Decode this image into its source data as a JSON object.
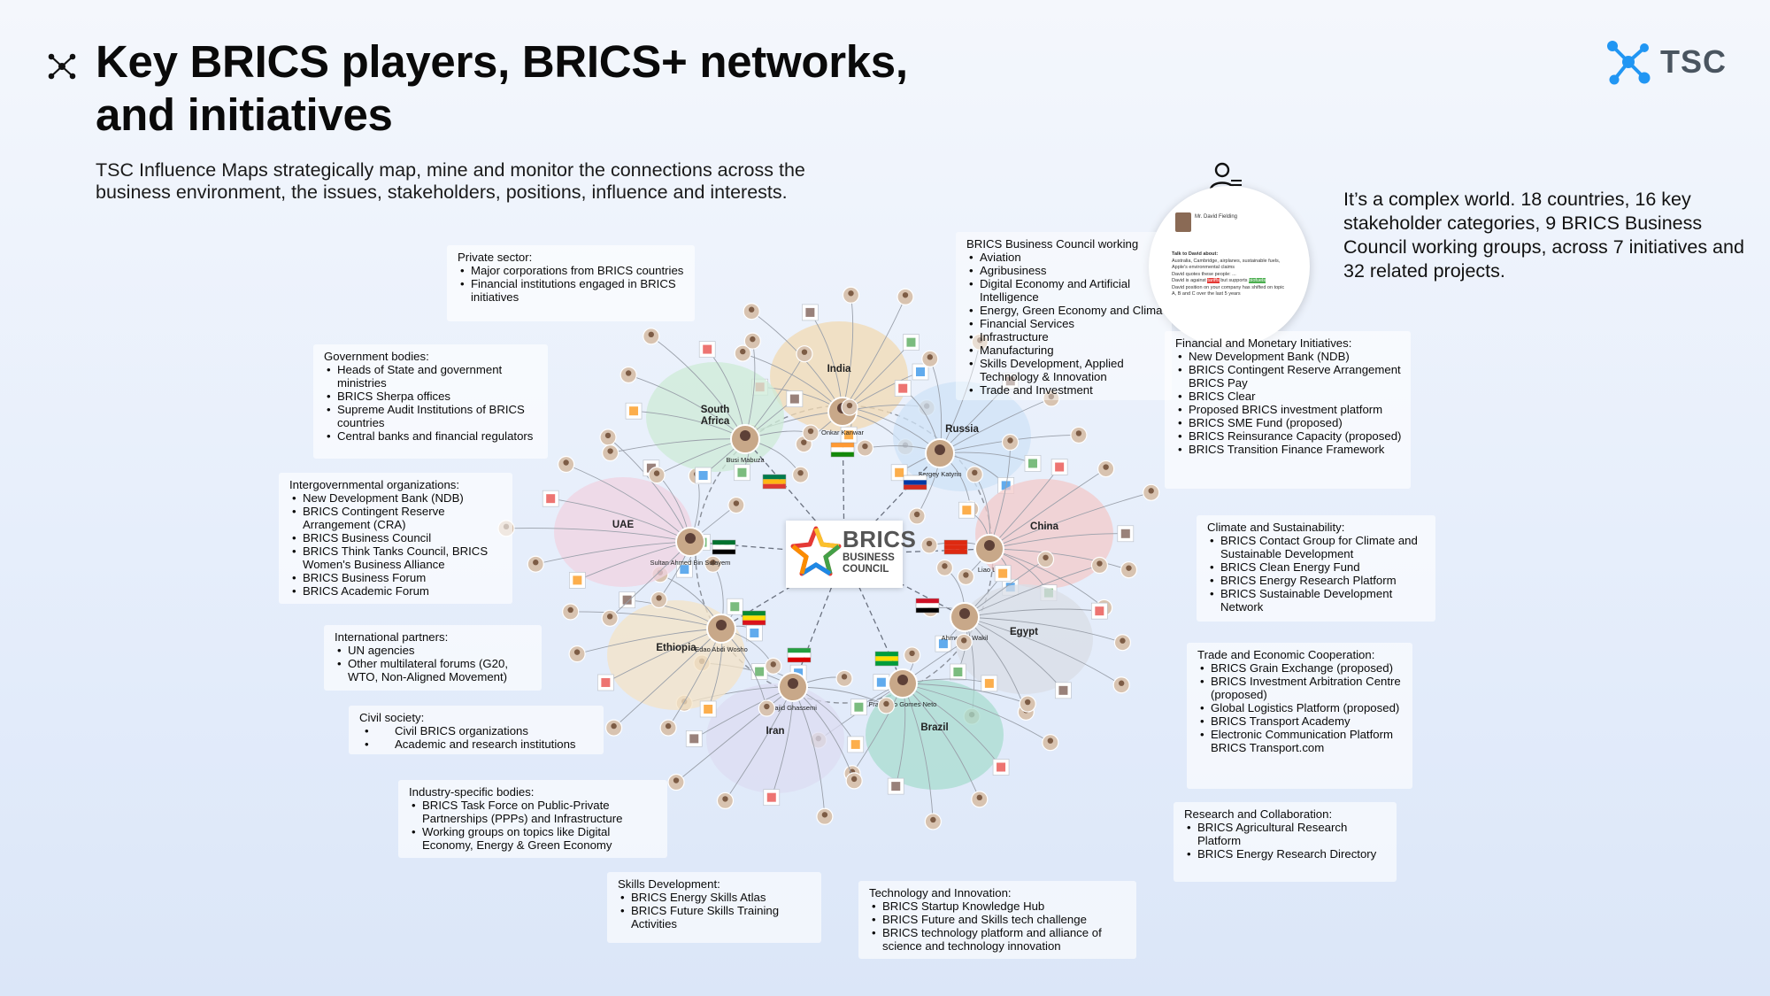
{
  "header": {
    "title_line1": "Key BRICS players, BRICS+ networks,",
    "title_line2": "and initiatives",
    "subtitle_line1": "TSC Influence Maps strategically map, mine and monitor the connections across the",
    "subtitle_line2": "business environment, the issues, stakeholders, positions, influence and interests.",
    "logo_text": "TSC",
    "title_icon": "network-nodes-icon",
    "logo_icon": "tsc-molecule-icon"
  },
  "right_note": "It’s a complex world. 18 countries, 16 key stakeholder categories, 9 BRICS Business Council working groups, across 7 initiatives and 32 related projects.",
  "profile_card": {
    "icon": "user-profile-icon",
    "name": "Mr. David Fielding",
    "heading": "Talk to David about:",
    "line1": "Australia, Cambridge, airplanes, sustainable fuels, Apple's environmental claims",
    "line2": "David quotes these people: ...",
    "line3a": "David is against ",
    "line3b": "tariffs",
    "line3c": " but supports ",
    "line3d": "biofuels",
    "line4": "David position on your company has shifted on topic A, B and C over the last 5 years"
  },
  "center": {
    "brand_top": "BRICS",
    "brand_bottom1": "BUSINESS",
    "brand_bottom2": "COUNCIL"
  },
  "countries": [
    {
      "name": "India",
      "person": "Onkar Kanwar"
    },
    {
      "name": "Russia",
      "person": "Sergey Katyrin"
    },
    {
      "name": "China",
      "person": "Liao Lin"
    },
    {
      "name": "Egypt",
      "person": "Ahmed El Wakil"
    },
    {
      "name": "Brazil",
      "person": "Francisco Gomes Neto"
    },
    {
      "name": "Iran",
      "person": "Majid Ghassemi"
    },
    {
      "name": "Ethiopia",
      "person": "Edao Abdi Wosho"
    },
    {
      "name": "UAE",
      "person": "Sultan Ahmed Bin Sulayem"
    },
    {
      "name": "South Africa",
      "person": "Busi Mabuza"
    }
  ],
  "panels": {
    "private_sector": {
      "heading": "Private sector:",
      "items": [
        "Major corporations from BRICS countries",
        "Financial institutions engaged in BRICS initiatives"
      ]
    },
    "government": {
      "heading": "Government bodies:",
      "items": [
        "Heads of State and government ministries",
        "BRICS Sherpa offices",
        "Supreme Audit Institutions of BRICS countries",
        "Central banks and financial regulators"
      ]
    },
    "intergovernmental": {
      "heading": "Intergovernmental organizations:",
      "items": [
        "New Development Bank (NDB)",
        "BRICS Contingent Reserve Arrangement (CRA)",
        "BRICS Business Council",
        "BRICS Think Tanks Council, BRICS Women's Business Alliance",
        "BRICS Business Forum",
        "BRICS Academic Forum"
      ]
    },
    "international": {
      "heading": "International partners:",
      "items": [
        "UN agencies",
        "Other multilateral forums (G20, WTO, Non-Aligned Movement)"
      ]
    },
    "civil": {
      "heading": "Civil society:",
      "items": [
        "Civil BRICS organizations",
        "Academic and research institutions"
      ]
    },
    "industry": {
      "heading": "Industry-specific bodies:",
      "items": [
        "BRICS Task Force on Public-Private Partnerships (PPPs) and Infrastructure",
        "Working groups on topics like Digital Economy, Energy & Green Economy"
      ]
    },
    "skills": {
      "heading": "Skills Development:",
      "items": [
        "BRICS Energy Skills Atlas",
        "BRICS Future Skills Training Activities"
      ]
    },
    "technology": {
      "heading": "Technology and Innovation:",
      "items": [
        "BRICS Startup Knowledge Hub",
        "BRICS Future and Skills tech challenge",
        "BRICS technology platform and alliance of science and technology innovation"
      ]
    },
    "working_groups": {
      "heading": "BRICS Business Council working",
      "items": [
        "Aviation",
        "Agribusiness",
        "Digital Economy and Artificial Intelligence",
        "Energy, Green Economy and Clima",
        "Financial Services",
        "Infrastructure",
        "Manufacturing",
        "Skills Development, Applied Technology & Innovation",
        "Trade and Investment"
      ]
    },
    "financial": {
      "heading": "Financial and Monetary Initiatives:",
      "items": [
        "New Development Bank (NDB)",
        "BRICS Contingent Reserve Arrangement BRICS Pay",
        "BRICS Clear",
        "Proposed BRICS investment platform",
        "BRICS SME Fund (proposed)",
        "BRICS Reinsurance Capacity (proposed)",
        "BRICS Transition Finance Framework"
      ]
    },
    "climate": {
      "heading": "Climate and Sustainability:",
      "items": [
        "BRICS Contact Group for Climate and Sustainable Development",
        "BRICS Clean Energy Fund",
        "BRICS Energy Research Platform",
        "BRICS Sustainable Development Network"
      ]
    },
    "trade": {
      "heading": "Trade and Economic Cooperation:",
      "items": [
        "BRICS Grain Exchange (proposed)",
        "BRICS Investment Arbitration Centre (proposed)",
        "Global Logistics Platform (proposed)",
        "BRICS Transport Academy",
        "Electronic Communication Platform BRICS Transport.com"
      ]
    },
    "research": {
      "heading": "Research and Collaboration:",
      "items": [
        "BRICS Agricultural Research Platform",
        "BRICS Energy Research Directory"
      ]
    }
  },
  "colors": {
    "india": "#f2d9b3",
    "russia": "#cfe3f7",
    "china": "#f3c9c9",
    "egypt": "#d9dde6",
    "brazil": "#a8dccf",
    "iran": "#dcdcf2",
    "ethiopia": "#f4e3c6",
    "uae": "#f0d3e1",
    "south_africa": "#cdebd7",
    "logo_blue": "#2196f3"
  }
}
